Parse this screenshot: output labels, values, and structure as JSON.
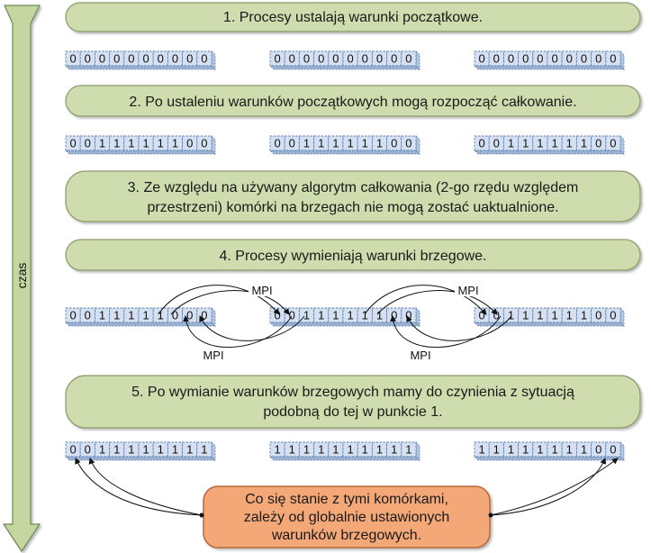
{
  "time_label": "czas",
  "mpi_label": "MPI",
  "steps": [
    {
      "lines": [
        "1. Procesy ustalają warunki początkowe."
      ]
    },
    {
      "lines": [
        "2. Po ustaleniu warunków początkowych mogą rozpocząć całkowanie."
      ]
    },
    {
      "lines": [
        "3. Ze względu na używany algorytm całkowania (2-go rzędu względem",
        "przestrzeni) komórki na brzegach nie mogą zostać uaktualnione."
      ]
    },
    {
      "lines": [
        "4. Procesy wymieniają warunki brzegowe."
      ]
    },
    {
      "lines": [
        "5. Po wymianie warunków brzegowych mamy do czynienia z sytuacją",
        "podobną do tej w punkcie 1."
      ]
    }
  ],
  "note": {
    "lines": [
      "Co się stanie z tymi komórkami,",
      "zależy od globalnie ustawionych",
      "warunków brzegowych."
    ]
  },
  "arrays": [
    [
      [
        "0",
        "0",
        "0",
        "0",
        "0",
        "0",
        "0",
        "0",
        "0",
        "0"
      ],
      [
        "0",
        "0",
        "0",
        "0",
        "0",
        "0",
        "0",
        "0",
        "0",
        "0"
      ],
      [
        "0",
        "0",
        "0",
        "0",
        "0",
        "0",
        "0",
        "0",
        "0",
        "0"
      ]
    ],
    [
      [
        "0",
        "0",
        "1",
        "1",
        "1",
        "1",
        "1",
        "1",
        "0",
        "0"
      ],
      [
        "0",
        "0",
        "1",
        "1",
        "1",
        "1",
        "1",
        "1",
        "0",
        "0"
      ],
      [
        "0",
        "0",
        "1",
        "1",
        "1",
        "1",
        "1",
        "1",
        "0",
        "0"
      ]
    ],
    [
      [
        "0",
        "0",
        "1",
        "1",
        "1",
        "1",
        "1",
        "0",
        "0",
        "0"
      ],
      [
        "0",
        "0",
        "1",
        "1",
        "1",
        "1",
        "1",
        "1",
        "0",
        "0"
      ],
      [
        "0",
        "0",
        "1",
        "1",
        "1",
        "1",
        "1",
        "1",
        "0",
        "0"
      ]
    ],
    [
      [
        "0",
        "0",
        "1",
        "1",
        "1",
        "1",
        "1",
        "1",
        "1",
        "1"
      ],
      [
        "1",
        "1",
        "1",
        "1",
        "1",
        "1",
        "1",
        "1",
        "1",
        "1"
      ],
      [
        "1",
        "1",
        "1",
        "1",
        "1",
        "1",
        "1",
        "1",
        "0",
        "0"
      ]
    ]
  ],
  "colors": {
    "step_fill": "#cfdcae",
    "step_stroke": "#8c9a6a",
    "note_fill": "#f4a878",
    "note_stroke": "#b5693c",
    "cell_fill": "#d5e1f2",
    "cell_stroke": "#5b7fae",
    "arrow_fill": "#c5d6a0",
    "arrow_stroke": "#6e8a52"
  }
}
